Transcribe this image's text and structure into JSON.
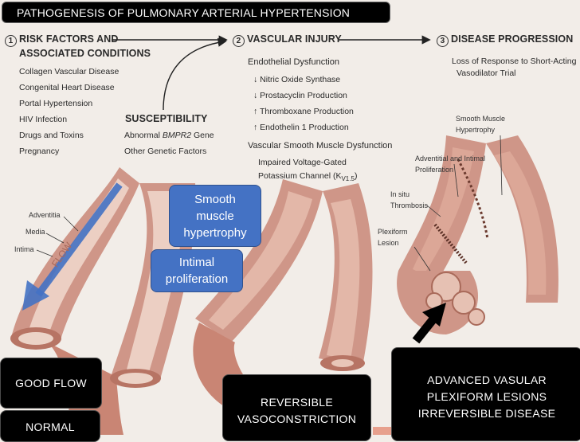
{
  "title": "PATHOGENESIS OF PULMONARY ARTERIAL HYPERTENSION",
  "step1": {
    "number": "1",
    "heading_line1": "RISK FACTORS AND",
    "heading_line2": "ASSOCIATED CONDITIONS",
    "items": [
      "Collagen Vascular Disease",
      "Congenital Heart Disease",
      "Portal Hypertension",
      "HIV Infection",
      "Drugs and Toxins",
      "Pregnancy"
    ]
  },
  "susceptibility": {
    "heading": "SUSCEPTIBILITY",
    "line1_prefix": "Abnormal ",
    "line1_gene": "BMPR2",
    "line1_suffix": " Gene",
    "line2": "Other Genetic Factors"
  },
  "step2": {
    "number": "2",
    "heading": "VASCULAR INJURY",
    "endothelial_heading": "Endothelial Dysfunction",
    "endothelial_items": [
      {
        "dir": "down",
        "text": "Nitric Oxide Synthase"
      },
      {
        "dir": "down",
        "text": "Prostacyclin Production"
      },
      {
        "dir": "up",
        "text": "Thromboxane Production"
      },
      {
        "dir": "up",
        "text": "Endothelin 1 Production"
      }
    ],
    "smooth_heading": "Vascular Smooth Muscle Dysfunction",
    "smooth_line1": "Impaired Voltage-Gated",
    "smooth_line2": "Potassium Channel (K",
    "smooth_sub": "V1.5",
    "smooth_close": ")"
  },
  "step3": {
    "number": "3",
    "heading": "DISEASE PROGRESSION",
    "line1": "Loss of Response to Short-Acting",
    "line2": "Vasodilator Trial"
  },
  "vessel_labels": {
    "adventitia": "Adventitia",
    "media": "Media",
    "intima": "Intima",
    "flow": "FLOW",
    "smooth_muscle_hypertrophy_1": "Smooth Muscle",
    "smooth_muscle_hypertrophy_2": "Hypertrophy",
    "adventitial_1": "Adventitial and Intimal",
    "adventitial_2": "Proliferation",
    "in_situ_1": "In situ",
    "in_situ_2": "Thrombosis",
    "plexiform_1": "Plexiform",
    "plexiform_2": "Lesion"
  },
  "callouts": {
    "smooth_muscle": [
      "Smooth",
      "muscle",
      "hypertrophy"
    ],
    "intimal": [
      "Intimal",
      "proliferation"
    ]
  },
  "boxes": {
    "good_flow": "GOOD FLOW",
    "normal": "NORMAL",
    "reversible": [
      "REVERSIBLE",
      "VASOCONSTRICTION"
    ],
    "advanced": [
      "ADVANCED VASULAR",
      "PLEXIFORM LESIONS",
      "IRREVERSIBLE DISEASE"
    ]
  },
  "colors": {
    "background": "#f2ede8",
    "vessel_outer": "#cf9688",
    "vessel_inner": "#eccfc3",
    "callout_blue": "#4472c4",
    "arrow_blue": "#4472c4"
  }
}
